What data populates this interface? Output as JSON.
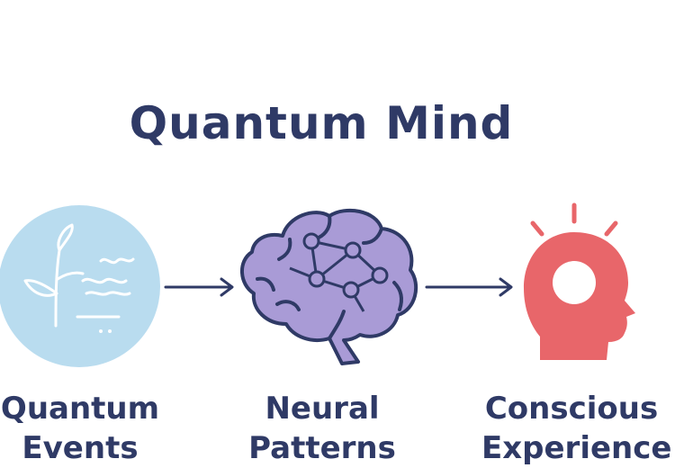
{
  "title": "Quantum Mind",
  "steps": [
    {
      "label_line1": "Quantum",
      "label_line2": "Events",
      "icon": "plant-waves-icon"
    },
    {
      "label_line1": "Neural",
      "label_line2": "Patterns",
      "icon": "brain-network-icon"
    },
    {
      "label_line1": "Conscious",
      "label_line2": "Experience",
      "icon": "head-lightbulb-icon"
    }
  ],
  "colors": {
    "title": "#2f3a66",
    "quantum_circle": "#b9dcef",
    "brain_fill": "#a99bd6",
    "head_fill": "#e8666a",
    "arrow": "#2f3a66"
  }
}
